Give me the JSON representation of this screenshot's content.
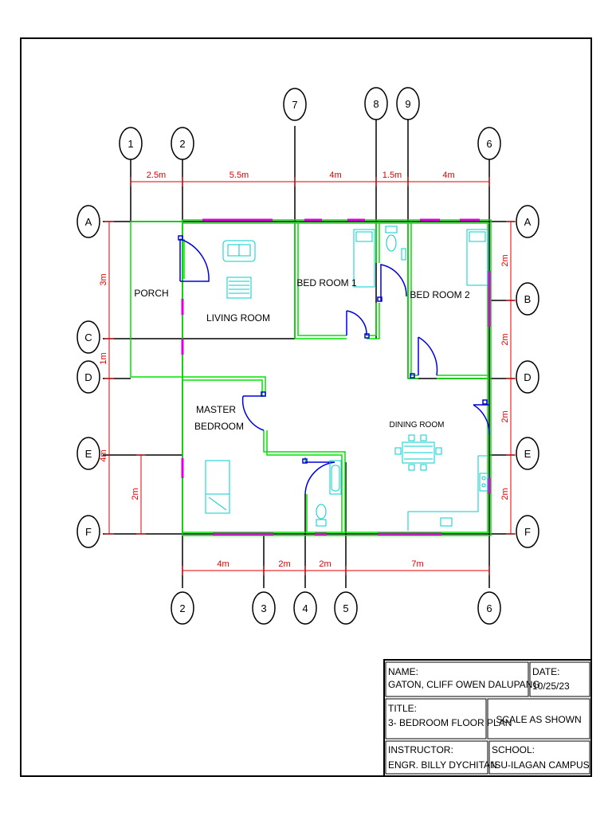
{
  "grid": {
    "top": [
      "1",
      "2",
      "7",
      "8",
      "9",
      "6"
    ],
    "bottom": [
      "2",
      "3",
      "4",
      "5",
      "6"
    ],
    "left": [
      "A",
      "C",
      "D",
      "E",
      "F"
    ],
    "right": [
      "A",
      "B",
      "D",
      "E",
      "F"
    ]
  },
  "dimensions": {
    "top": [
      "2.5m",
      "5.5m",
      "4m",
      "1.5m",
      "4m"
    ],
    "bottom": [
      "4m",
      "2m",
      "2m",
      "7m"
    ],
    "left": [
      "3m",
      "1m",
      "4m"
    ],
    "left_inner": [
      "2m"
    ],
    "right": [
      "2m",
      "2m",
      "2m",
      "2m"
    ]
  },
  "rooms": {
    "porch": "PORCH",
    "living_room": "LIVING ROOM",
    "bed_room_1": "BED ROOM 1",
    "bed_room_2": "BED ROOM 2",
    "master_bedroom_line1": "MASTER",
    "master_bedroom_line2": "BEDROOM",
    "dining_room": "DINING ROOM"
  },
  "title_block": {
    "name_label": "NAME:",
    "name_value": "GATON, CLIFF OWEN DALUPANG",
    "date_label": "DATE:",
    "date_value": "10/25/23",
    "title_label": "TITLE:",
    "title_value": "3- BEDROOM FLOOR PLAN",
    "scale": "SCALE AS SHOWN",
    "instructor_label": "INSTRUCTOR:",
    "instructor_value": "ENGR. BILLY DYCHITAN",
    "school_label": "SCHOOL:",
    "school_value": "ISU-ILAGAN CAMPUS"
  },
  "colors": {
    "wall": "#00e000",
    "dimension": "#e00000",
    "fixture": "#00cccc",
    "door": "#0000dd",
    "window": "#dd00dd",
    "grid_line": "#000000"
  }
}
